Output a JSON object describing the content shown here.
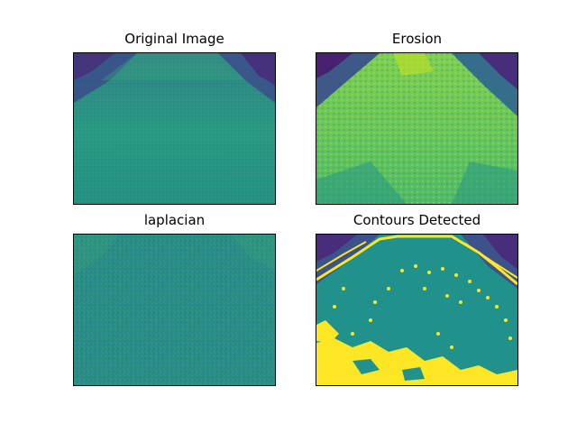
{
  "figure": {
    "panels": [
      {
        "title": "Original Image"
      },
      {
        "title": "Erosion"
      },
      {
        "title": "laplacian"
      },
      {
        "title": "Contours Detected"
      }
    ]
  },
  "colors": {
    "viridis_dark": "#440154",
    "viridis_blue": "#3b528b",
    "viridis_teal": "#21918c",
    "viridis_green": "#5ec962",
    "viridis_yellow": "#fde725"
  }
}
